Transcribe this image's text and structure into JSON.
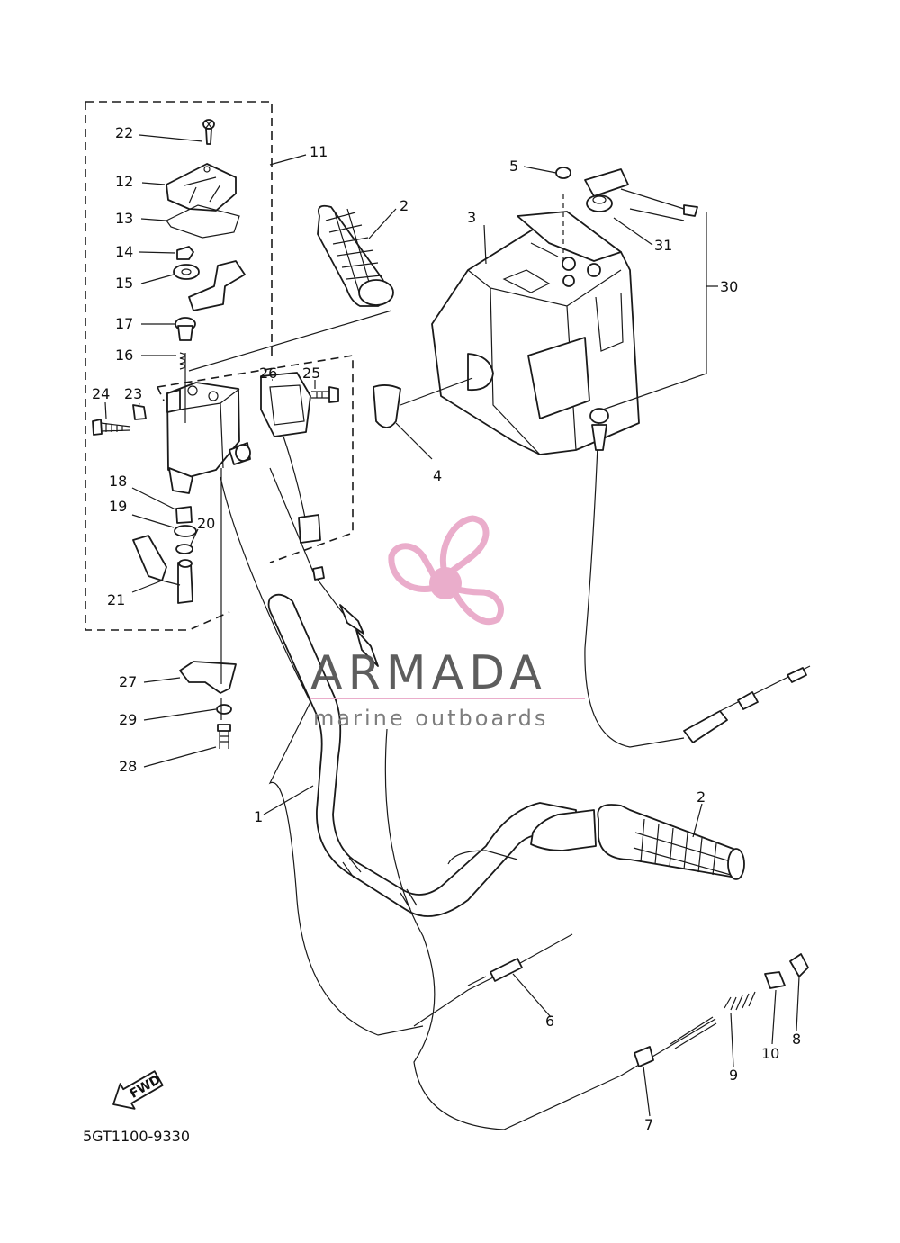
{
  "diagram": {
    "labels": {
      "p1": "1",
      "p2a": "2",
      "p2b": "2",
      "p3": "3",
      "p4": "4",
      "p5": "5",
      "p6": "6",
      "p7": "7",
      "p8": "8",
      "p9": "9",
      "p10": "10",
      "p11": "11",
      "p12": "12",
      "p13": "13",
      "p14": "14",
      "p15": "15",
      "p16": "16",
      "p17": "17",
      "p18": "18",
      "p19": "19",
      "p20": "20",
      "p21": "21",
      "p22": "22",
      "p23": "23",
      "p24": "24",
      "p25": "25",
      "p26": "26",
      "p27": "27",
      "p28": "28",
      "p29": "29",
      "p30": "30",
      "p31": "31"
    },
    "drawing_code": "5GT1100-9330",
    "fwd_arrow": "FWD"
  },
  "watermark": {
    "brand": "ARMADA",
    "tagline": "marine outboards",
    "logo_icon": "propeller-icon",
    "logo_color": "#e9a9c9"
  }
}
